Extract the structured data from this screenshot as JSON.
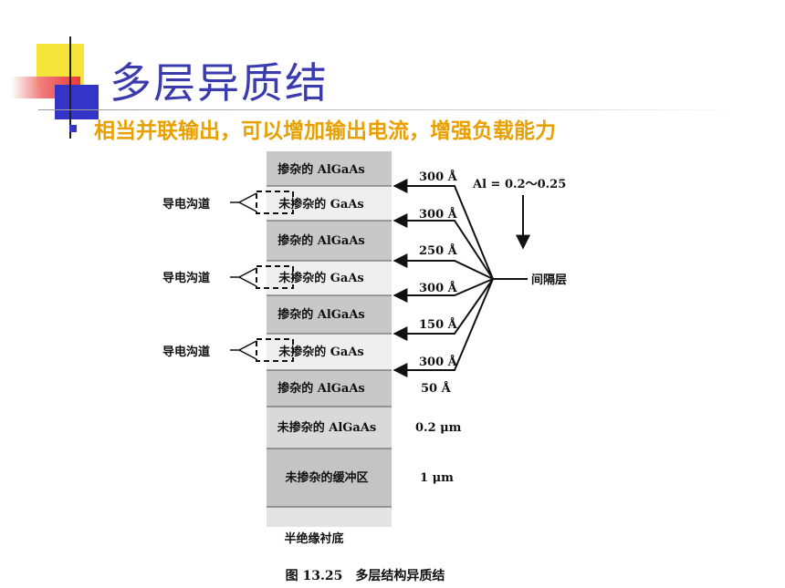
{
  "slide": {
    "title": "多层异质结",
    "bullet": "相当并联输出，可以增加输出电流，增强负载能力"
  },
  "diagram": {
    "layers": [
      {
        "label": "掺杂的 AlGaAs",
        "type": "doped"
      },
      {
        "label": "未掺杂的 GaAs",
        "type": "channel"
      },
      {
        "label": "掺杂的 AlGaAs",
        "type": "doped"
      },
      {
        "label": "未掺杂的 GaAs",
        "type": "channel"
      },
      {
        "label": "掺杂的 AlGaAs",
        "type": "doped"
      },
      {
        "label": "未掺杂的 GaAs",
        "type": "channel"
      },
      {
        "label": "掺杂的 AlGaAs",
        "type": "doped"
      },
      {
        "label": "未掺杂的 AlGaAs",
        "type": "undoped"
      },
      {
        "label": "未掺杂的缓冲区",
        "type": "buffer"
      }
    ],
    "channel_label": "导电沟道",
    "thicknesses": [
      "300 Å",
      "300 Å",
      "250 Å",
      "300 Å",
      "150 Å",
      "300 Å",
      "50 Å",
      "0.2 μm",
      "1 μm"
    ],
    "al_fraction": "Al = 0.2～0.25",
    "spacer_label": "间隔层",
    "substrate_label": "半绝缘衬底",
    "caption": "图 13.25　多层结构异质结"
  },
  "colors": {
    "title": "#3b3bb0",
    "bullet": "#e8a000",
    "deco_yellow": "#f5e53a",
    "deco_red": "#e83a3a",
    "deco_blue": "#3434c8"
  }
}
